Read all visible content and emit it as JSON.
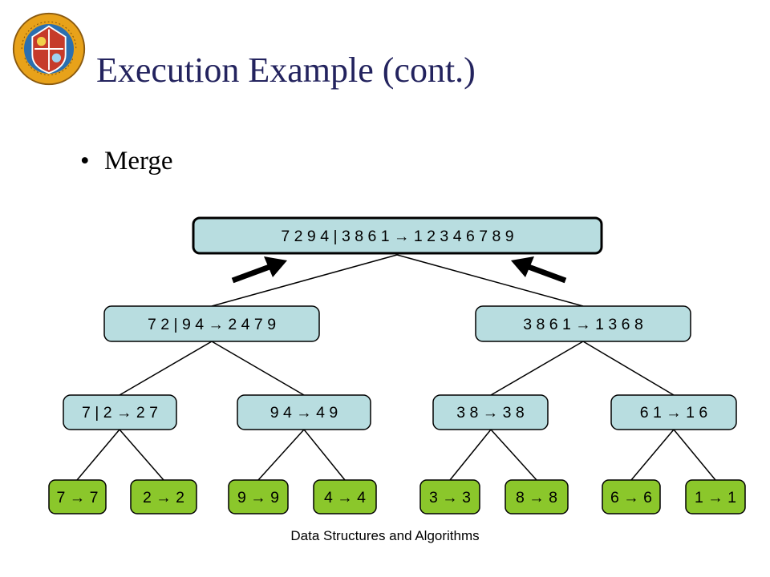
{
  "slide": {
    "title": "Execution Example (cont.)",
    "bullet": "Merge",
    "footer": "Data Structures and Algorithms"
  },
  "colors": {
    "title": "#23235e",
    "internal_node_fill": "#b8dde0",
    "leaf_node_fill": "#8bc72b",
    "node_border": "#000000",
    "arrow": "#000000"
  },
  "tree": {
    "root": "7 2 9 4 | 3 8 6 1 → 1 2 3 4 6 7 8 9",
    "level1": [
      "7 2 | 9 4 → 2 4 7 9",
      "3 8 6 1 → 1 3 6 8"
    ],
    "level2": [
      "7 | 2 → 2 7",
      "9 4 → 4 9",
      "3 8 → 3 8",
      "6 1 → 1 6"
    ],
    "leaves": [
      "7 → 7",
      "2 → 2",
      "9 → 9",
      "4 → 4",
      "3 → 3",
      "8 → 8",
      "6 → 6",
      "1 → 1"
    ]
  },
  "icons": {
    "logo": "university-crest-icon",
    "arrows": "merge-direction-arrow-icon"
  }
}
